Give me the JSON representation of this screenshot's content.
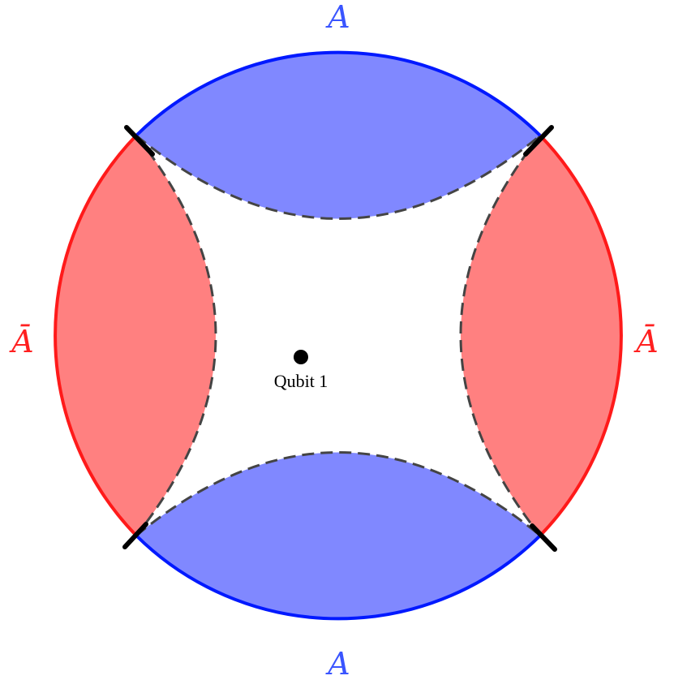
{
  "labels": {
    "top": "A",
    "bottom": "A",
    "left": "Ā",
    "right": "Ā",
    "qubit": "Qubit 1"
  },
  "colors": {
    "blue_boundary": "#0019ff",
    "blue_fill": "#8088ff",
    "red_boundary": "#ff1a1a",
    "red_fill": "#ff8080",
    "blue_text": "#3a55ff",
    "red_text": "#ff2020",
    "geodesic": "#444444",
    "cut_mark": "#000000"
  }
}
